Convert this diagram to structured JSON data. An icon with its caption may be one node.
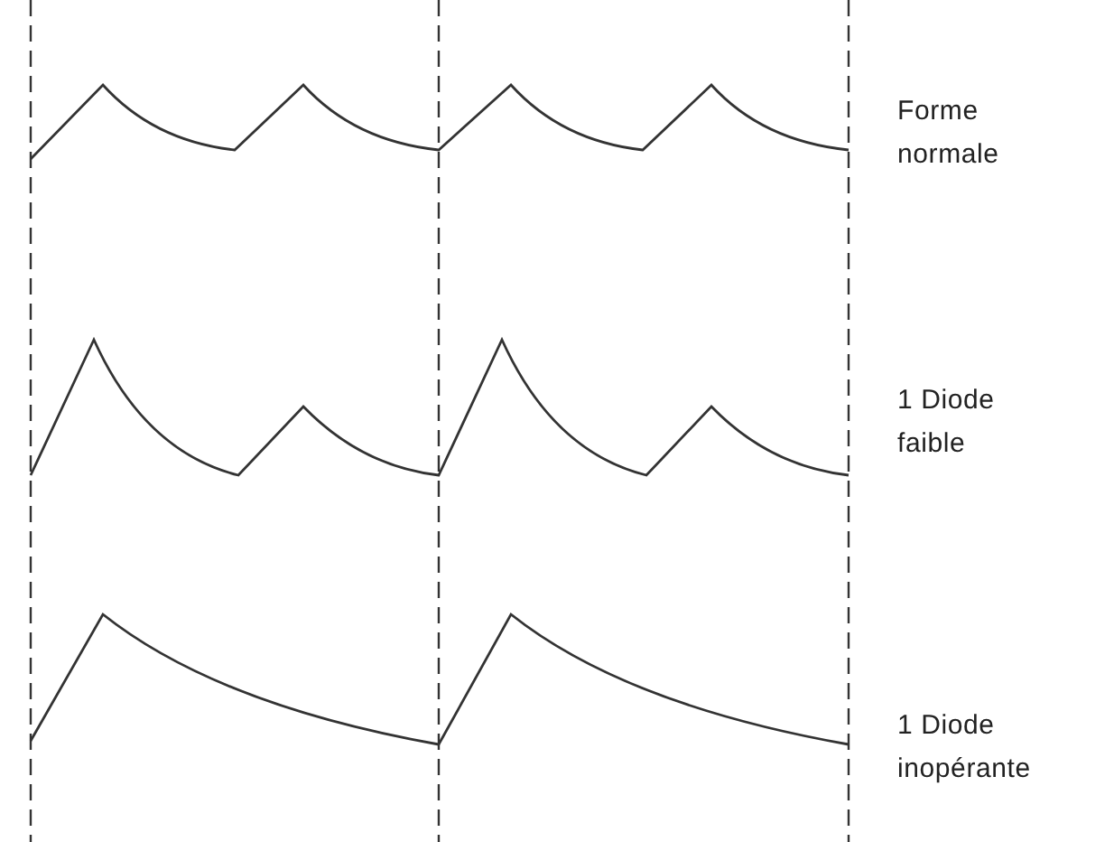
{
  "diagram": {
    "labels": [
      "Forme normale",
      "1 Diode faible",
      "1 Diode inopérante"
    ]
  }
}
